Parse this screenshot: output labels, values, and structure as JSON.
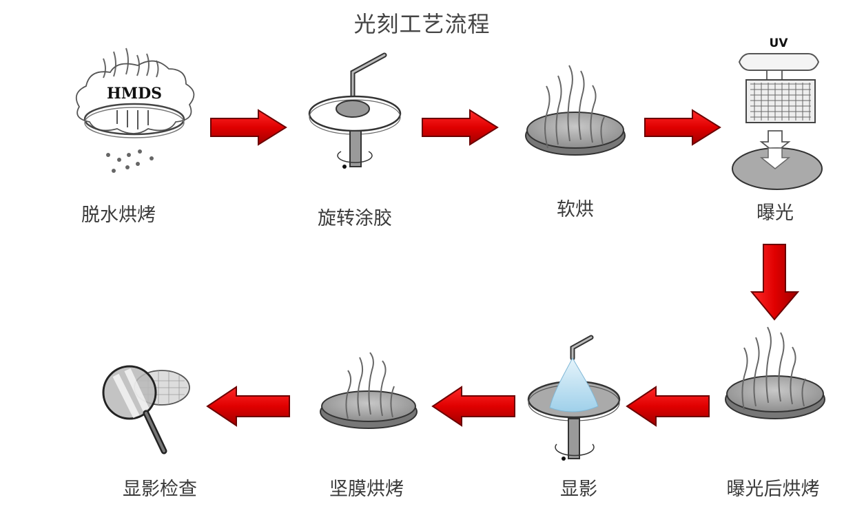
{
  "title": "光刻工艺流程",
  "accent_color": "#d40000",
  "steps": [
    {
      "id": 1,
      "label": "脱水烘烤",
      "icon": "hmds-cloud-wafer",
      "icon_text": "HMDS"
    },
    {
      "id": 2,
      "label": "旋转涂胶",
      "icon": "spin-coater"
    },
    {
      "id": 3,
      "label": "软烘",
      "icon": "hot-wafer"
    },
    {
      "id": 4,
      "label": "曝光",
      "icon": "uv-exposure",
      "icon_text": "UV"
    },
    {
      "id": 5,
      "label": "曝光后烘烤",
      "icon": "hot-wafer"
    },
    {
      "id": 6,
      "label": "显影",
      "icon": "developer-spray"
    },
    {
      "id": 7,
      "label": "坚膜烘烤",
      "icon": "hot-wafer"
    },
    {
      "id": 8,
      "label": "显影检查",
      "icon": "magnifier-wafer"
    }
  ],
  "flow": [
    {
      "from": 1,
      "to": 2,
      "direction": "right"
    },
    {
      "from": 2,
      "to": 3,
      "direction": "right"
    },
    {
      "from": 3,
      "to": 4,
      "direction": "right"
    },
    {
      "from": 4,
      "to": 5,
      "direction": "down"
    },
    {
      "from": 5,
      "to": 6,
      "direction": "left"
    },
    {
      "from": 6,
      "to": 7,
      "direction": "left"
    },
    {
      "from": 7,
      "to": 8,
      "direction": "left"
    }
  ]
}
